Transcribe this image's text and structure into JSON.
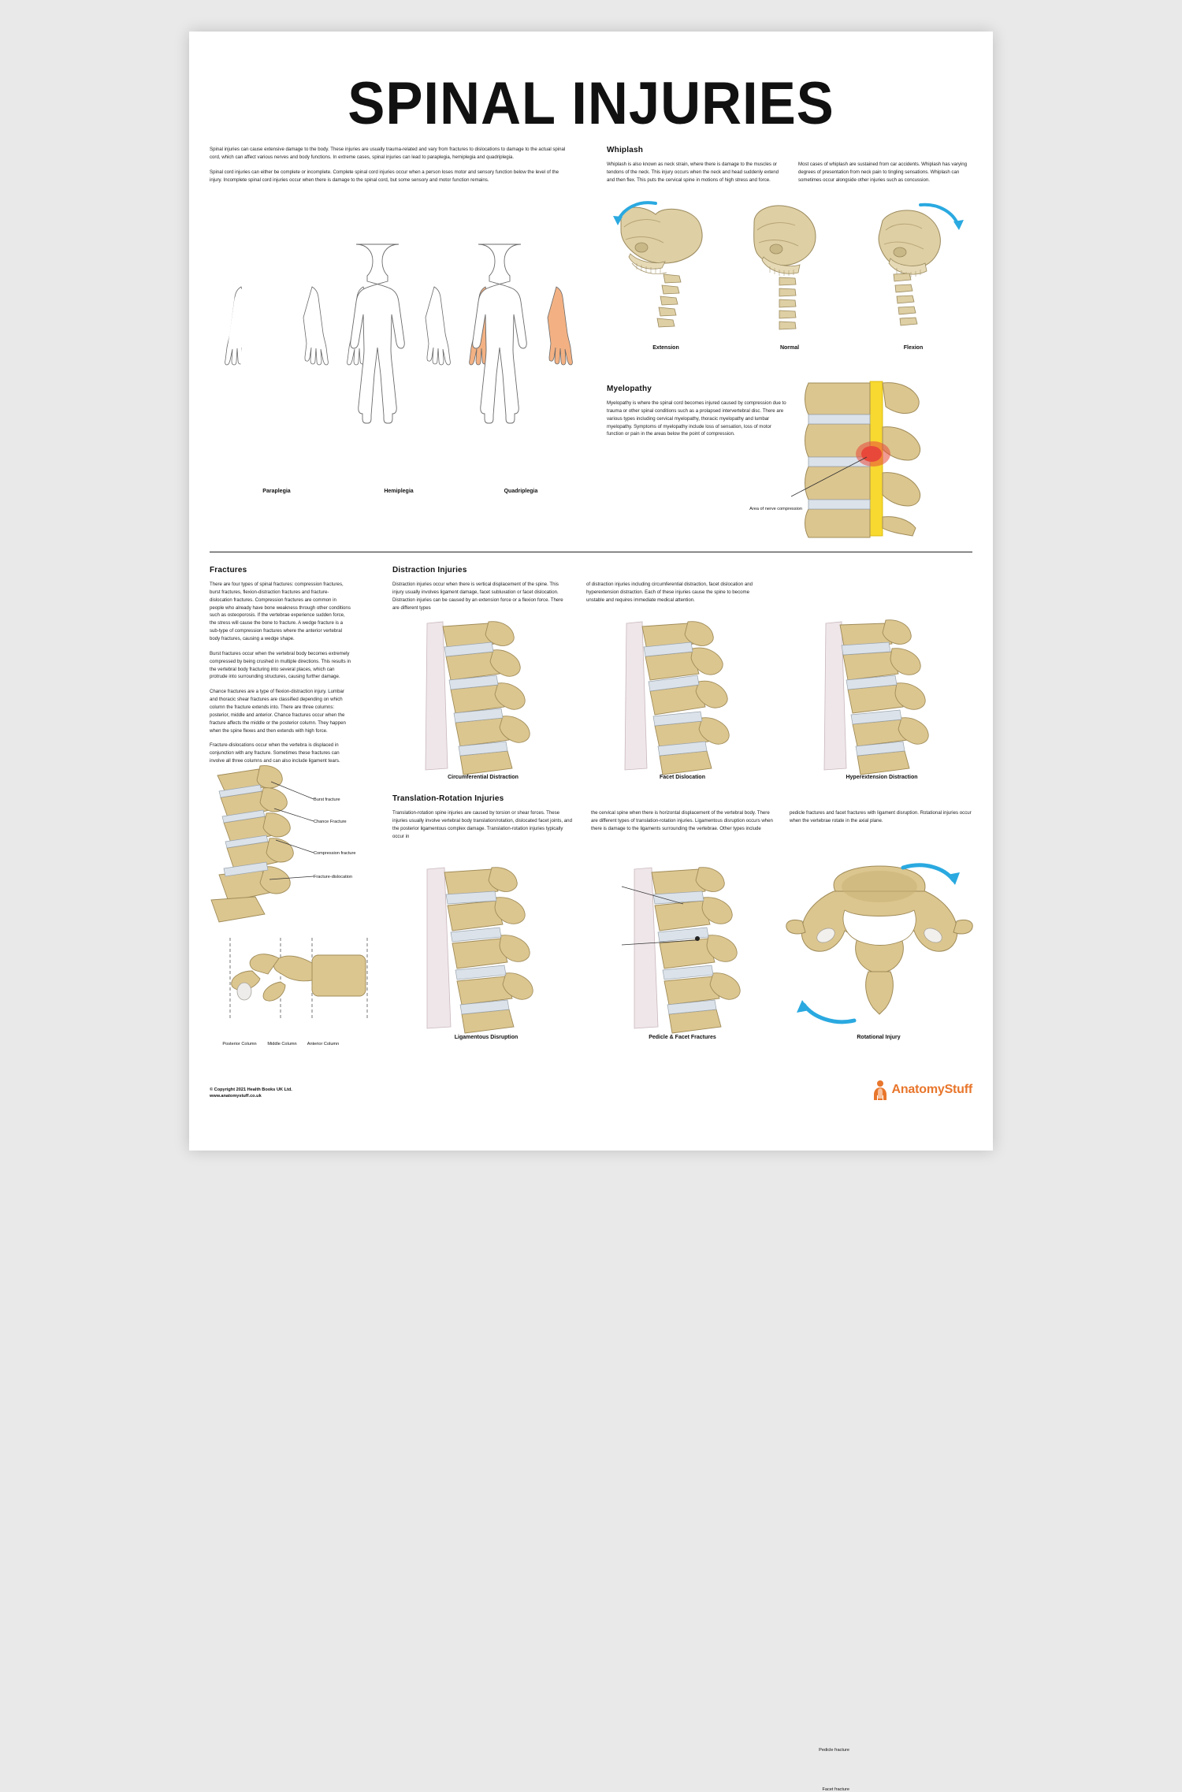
{
  "poster": {
    "title": "SPINAL INJURIES"
  },
  "intro": {
    "p1": "Spinal injuries can cause extensive damage to the body. These injuries are usually trauma-related and vary from fractures to dislocations to damage to the actual spinal cord, which can affect various nerves and body functions. In extreme cases, spinal injuries can lead to paraplegia, hemiplegia and quadriplegia.",
    "p2": "Spinal cord injuries can either be complete or incomplete. Complete spinal cord injuries occur when a person loses motor and sensory function below the level of the injury. Incomplete spinal cord injuries occur when there is damage to the spinal cord, but some sensory and motor function remains."
  },
  "body_figures": {
    "items": [
      {
        "label": "Paraplegia"
      },
      {
        "label": "Hemiplegia"
      },
      {
        "label": "Quadriplegia"
      }
    ],
    "skin_color": "#f3b183",
    "outline_color": "#6b6b6b"
  },
  "whiplash": {
    "heading": "Whiplash",
    "col1": "Whiplash is also known as neck strain, where there is damage to the muscles or tendons of the neck. This injury occurs when the neck and head suddenly extend and then flex. This puts the cervical spine in motions of high stress and force.",
    "col2": "Most cases of whiplash are sustained from car accidents. Whiplash has varying degrees of presentation from neck pain to tingling sensations. Whiplash can sometimes occur alongside other injuries such as concussion.",
    "figures": [
      {
        "label": "Extension"
      },
      {
        "label": "Normal"
      },
      {
        "label": "Flexion"
      }
    ],
    "arrow_color": "#2aa9e0"
  },
  "myelopathy": {
    "heading": "Myelopathy",
    "text": "Myelopathy is where the spinal cord becomes injured caused by compression due to trauma or other spinal conditions such as a prolapsed intervertebral disc. There are various types including cervical myelopathy, thoracic myelopathy and lumbar myelopathy. Symptoms of myelopathy include loss of sensation, loss of motor function or pain in the areas below the point of compression.",
    "callout": "Area of nerve compression",
    "bone_color": "#d9c08a",
    "cord_color": "#f7d930",
    "compression_color": "#e8483a"
  },
  "fractures": {
    "heading": "Fractures",
    "p1": "There are four types of spinal fractures: compression fractures, burst fractures, flexion-distraction fractures and fracture-dislocation fractures. Compression fractures are common in people who already have bone weakness through other conditions such as osteoporosis. If the vertebrae experience sudden force, the stress will cause the bone to fracture. A wedge fracture is a sub-type of compression fractures where the anterior vertebral body fractures, causing a wedge shape.",
    "p2": "Burst fractures occur when the vertebral body becomes extremely compressed by being crushed in multiple directions. This results in the vertebral body fracturing into several places, which can protrude into surrounding structures, causing further damage.",
    "p3": "Chance fractures are a type of flexion-distraction injury. Lumbar and thoracic shear fractures are classified depending on which column the fracture extends into. There are three columns: posterior, middle and anterior. Chance fractures occur when the fracture affects the middle or the posterior column. They happen when the spine flexes and then extends with high force.",
    "p4": "Fracture-dislocations occur when the vertebra is displaced in conjunction with any fracture. Sometimes these fractures can involve all three columns and can also include ligament tears.",
    "callouts": [
      "Burst fracture",
      "Chance Fracture",
      "Compression fracture",
      "Fracture-dislocation"
    ],
    "columns": [
      "Posterior Column",
      "Middle Column",
      "Anterior Column"
    ]
  },
  "distraction": {
    "heading": "Distraction Injuries",
    "col1": "Distraction injuries occur when there is vertical displacement of the spine. This injury usually involves ligament damage, facet subluxation or facet dislocation. Distraction injuries can be caused by an extension force or a flexion force. There are different types",
    "col2": "of distraction injuries including circumferential distraction, facet dislocation and hyperextension distraction. Each of these injuries cause the spine to become unstable and requires immediate medical attention.",
    "figures": [
      {
        "label": "Circumferential Distraction"
      },
      {
        "label": "Facet Dislocation"
      },
      {
        "label": "Hyperextension Distraction"
      }
    ]
  },
  "translation_rotation": {
    "heading": "Translation-Rotation Injuries",
    "col1": "Translation-rotation spine injuries are caused by torsion or shear forces. These injuries usually involve vertebral body translation/rotation, dislocated facet joints, and the posterior ligamentous complex damage. Translation-rotation injuries typically occur in",
    "col2": "the cervical spine when there is horizontal displacement of the vertebral body. There are different types of translation-rotation injuries. Ligamentous disruption occurs when there is damage to the ligaments surrounding the vertebrae. Other types include",
    "col3": "pedicle fractures and facet fractures with ligament disruption. Rotational injuries occur when the vertebrae rotate in the axial plane.",
    "figures": [
      {
        "label": "Ligamentous Disruption"
      },
      {
        "label": "Pedicle & Facet Fractures"
      },
      {
        "label": "Rotational Injury"
      }
    ],
    "callouts": [
      "Pedicle fracture",
      "Facet fracture"
    ],
    "arrow_color": "#2aa9e0"
  },
  "footer": {
    "copyright": "© Copyright 2021 Health Books UK Ltd.",
    "website": "www.anatomystuff.co.uk",
    "logo_text_a": "Anatomy",
    "logo_text_b": "Stuff",
    "logo_color": "#e8762c"
  }
}
